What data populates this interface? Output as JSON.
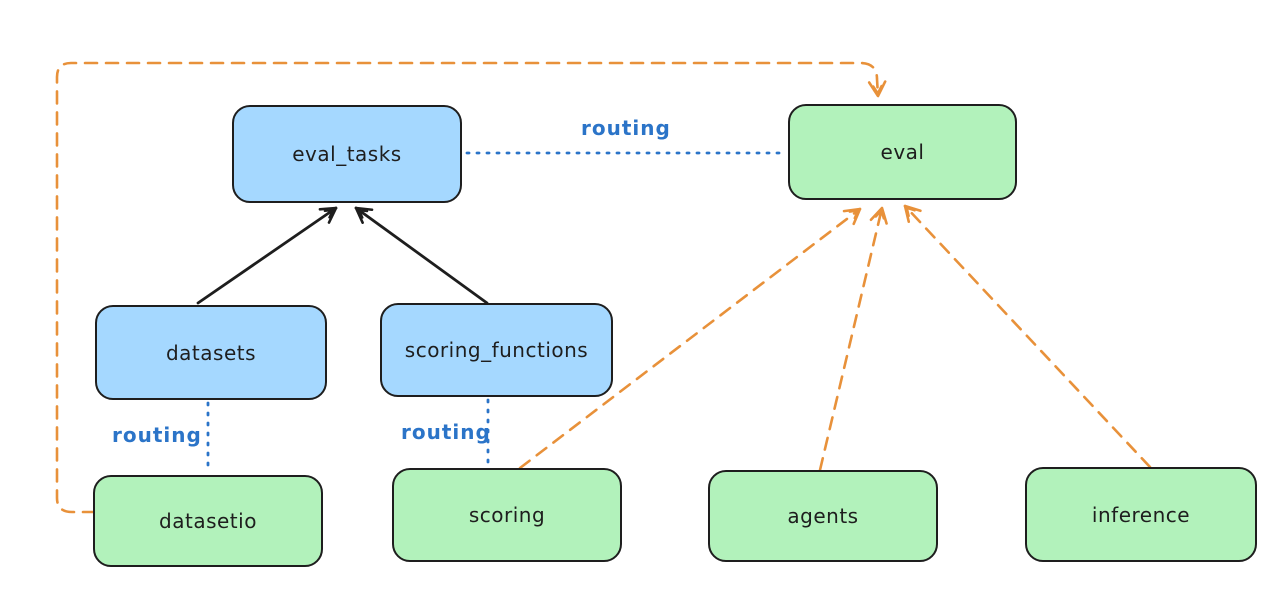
{
  "diagram": {
    "colors": {
      "blue_fill": "#a5d8ff",
      "green_fill": "#b2f2bb",
      "node_stroke": "#1e1e1e",
      "edge_black": "#1e1e1e",
      "edge_blue": "#2b74c8",
      "edge_orange": "#e8913a",
      "background": "#ffffff"
    },
    "nodes": [
      {
        "id": "eval_tasks",
        "label": "eval_tasks",
        "color": "blue"
      },
      {
        "id": "eval",
        "label": "eval",
        "color": "green"
      },
      {
        "id": "datasets",
        "label": "datasets",
        "color": "blue"
      },
      {
        "id": "scoring_functions",
        "label": "scoring_functions",
        "color": "blue"
      },
      {
        "id": "datasetio",
        "label": "datasetio",
        "color": "green"
      },
      {
        "id": "scoring",
        "label": "scoring",
        "color": "green"
      },
      {
        "id": "agents",
        "label": "agents",
        "color": "green"
      },
      {
        "id": "inference",
        "label": "inference",
        "color": "green"
      }
    ],
    "edges": [
      {
        "from": "datasets",
        "to": "eval_tasks",
        "style": "solid",
        "color": "black",
        "arrow": "end"
      },
      {
        "from": "scoring_functions",
        "to": "eval_tasks",
        "style": "solid",
        "color": "black",
        "arrow": "end"
      },
      {
        "from": "eval_tasks",
        "to": "eval",
        "style": "dotted",
        "color": "blue",
        "arrow": "none",
        "label": "routing"
      },
      {
        "from": "datasets",
        "to": "datasetio",
        "style": "dotted",
        "color": "blue",
        "arrow": "none",
        "label": "routing"
      },
      {
        "from": "scoring_functions",
        "to": "scoring",
        "style": "dotted",
        "color": "blue",
        "arrow": "none",
        "label": "routing"
      },
      {
        "from": "datasetio",
        "to": "eval",
        "style": "dashed",
        "color": "orange",
        "arrow": "end"
      },
      {
        "from": "scoring",
        "to": "eval",
        "style": "dashed",
        "color": "orange",
        "arrow": "end"
      },
      {
        "from": "agents",
        "to": "eval",
        "style": "dashed",
        "color": "orange",
        "arrow": "end"
      },
      {
        "from": "inference",
        "to": "eval",
        "style": "dashed",
        "color": "orange",
        "arrow": "end"
      }
    ]
  }
}
